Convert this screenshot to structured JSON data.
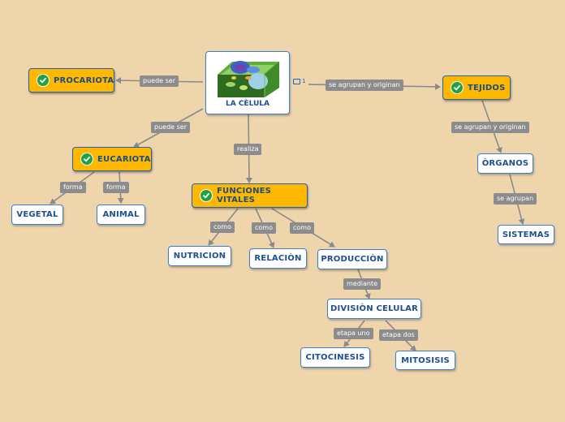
{
  "root": {
    "label": "LA CÈLULA",
    "image": "plant-cell-illustration"
  },
  "note_count": "1",
  "icons": {
    "check": "check-circle-icon",
    "note": "note-icon"
  },
  "colors": {
    "background": "#efd5ac",
    "gold_node": "#ffb800",
    "node_text": "#1e4f8f",
    "connector": "#8c8c8c",
    "check": "#22a043"
  },
  "nodes": {
    "procariota": "PROCARIOTA",
    "eucariota": "EUCARIOTA",
    "tejidos": "TEJIDOS",
    "funciones": "FUNCIONES VITALES",
    "vegetal": "VEGETAL",
    "animal": "ANIMAL",
    "organos": "ÒRGANOS",
    "sistemas": "SISTEMAS",
    "nutricion": "NUTRICION",
    "relacion": "RELACIÒN",
    "produccion": "PRODUCCIÒN",
    "division": "DIVISIÒN CELULAR",
    "citocinesis": "CITOCINESIS",
    "mitosisis": "MITOSISIS"
  },
  "connectors": {
    "puede_ser_1": "puede ser",
    "puede_ser_2": "puede ser",
    "se_agrupan_1": "se agrupan y originan",
    "se_agrupan_2": "se agrupan y originan",
    "se_agrupan_3": "se agrupan",
    "realiza": "realiza",
    "forma_1": "forma",
    "forma_2": "forma",
    "como_1": "como",
    "como_2": "como",
    "como_3": "como",
    "mediante": "mediante",
    "etapa_uno": "etapa uno",
    "etapa_dos": "etapa dos"
  }
}
